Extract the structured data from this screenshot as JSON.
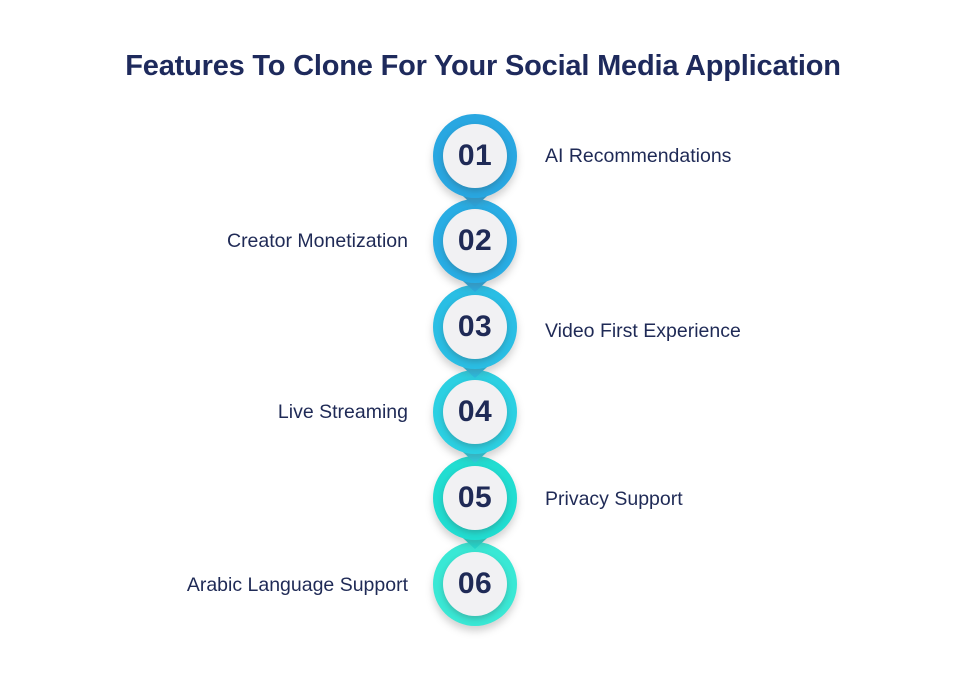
{
  "page": {
    "title": "Features To Clone For Your Social Media Application"
  },
  "colors": {
    "title_text": "#1E2A5C",
    "label_text": "#1F2A56",
    "number_text": "#1F2A56",
    "inner_circle_fill": "#F1F1F3",
    "background": "#FFFFFF"
  },
  "features": [
    {
      "number": "01",
      "label": "AI Recommendations",
      "side": "right",
      "ring_color": "#29A7E1"
    },
    {
      "number": "02",
      "label": "Creator Monetization",
      "side": "left",
      "ring_color": "#29ADE4"
    },
    {
      "number": "03",
      "label": "Video First Experience",
      "side": "right",
      "ring_color": "#2ABEE4"
    },
    {
      "number": "04",
      "label": "Live Streaming",
      "side": "left",
      "ring_color": "#2CD0E2"
    },
    {
      "number": "05",
      "label": "Privacy Support",
      "side": "right",
      "ring_color": "#21DDD1"
    },
    {
      "number": "06",
      "label": "Arabic Language Support",
      "side": "left",
      "ring_color": "#3AE8D5"
    }
  ]
}
